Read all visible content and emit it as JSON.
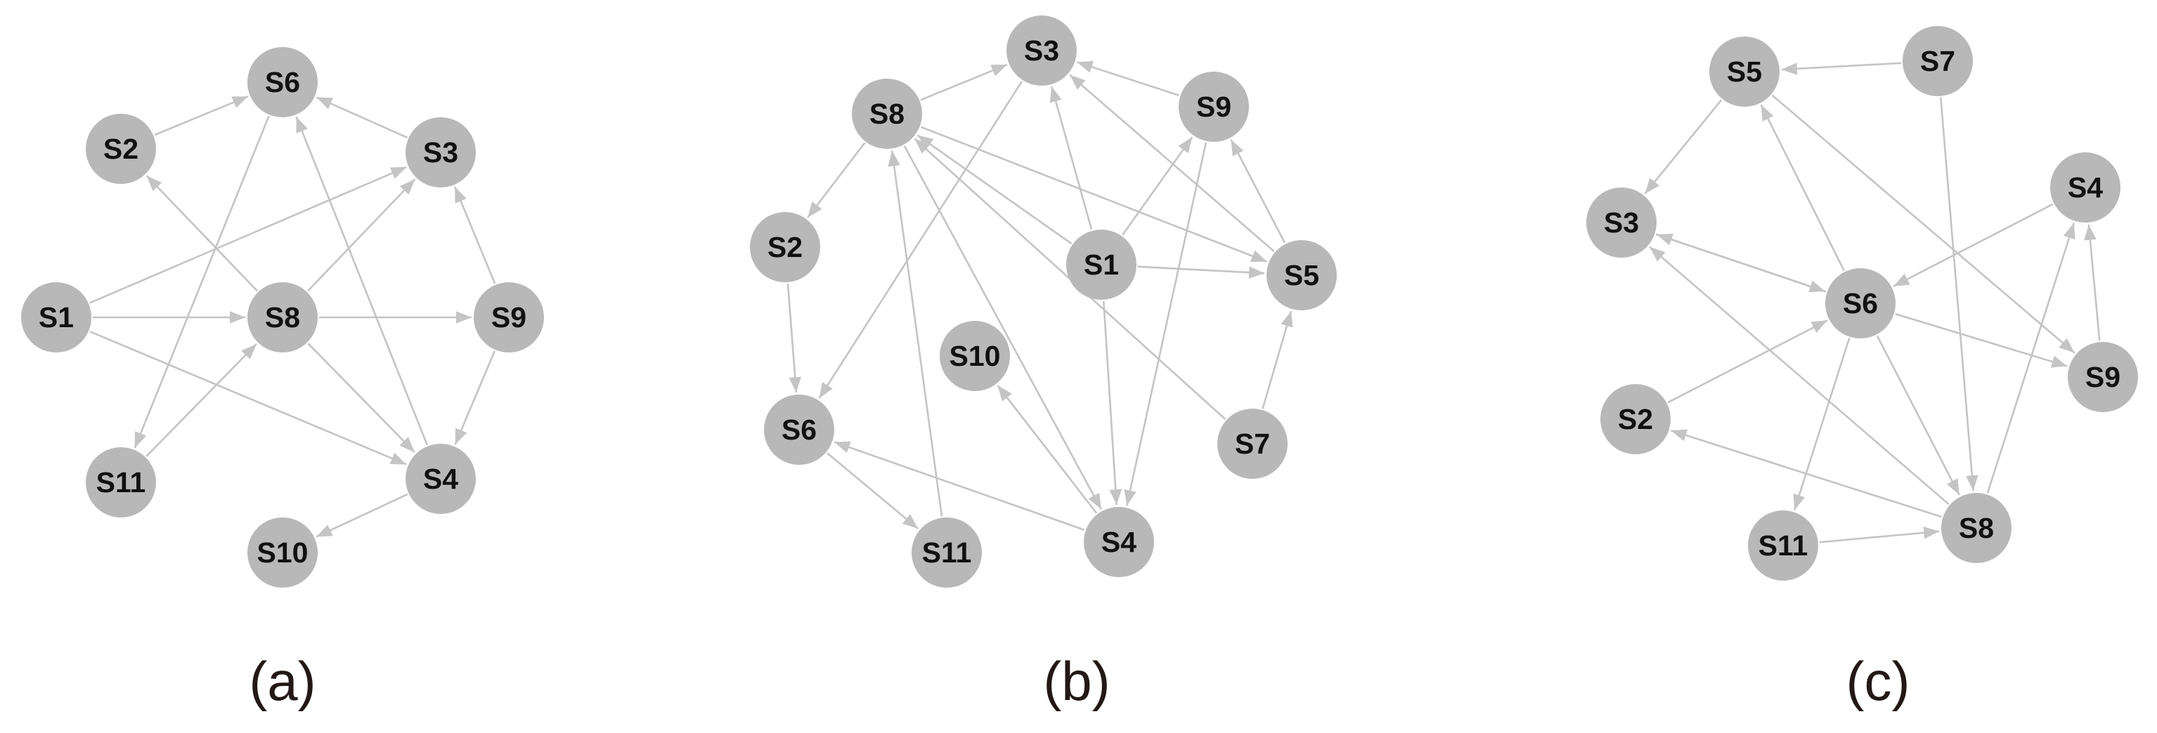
{
  "panels": [
    {
      "id": "a",
      "caption": "(a)",
      "nodes": [
        "S6",
        "S2",
        "S3",
        "S1",
        "S8",
        "S9",
        "S11",
        "S4",
        "S10"
      ],
      "edges": [
        [
          "S2",
          "S6"
        ],
        [
          "S3",
          "S6"
        ],
        [
          "S4",
          "S6"
        ],
        [
          "S8",
          "S2"
        ],
        [
          "S1",
          "S3"
        ],
        [
          "S8",
          "S3"
        ],
        [
          "S9",
          "S3"
        ],
        [
          "S1",
          "S8"
        ],
        [
          "S1",
          "S4"
        ],
        [
          "S8",
          "S9"
        ],
        [
          "S8",
          "S4"
        ],
        [
          "S11",
          "S8"
        ],
        [
          "S6",
          "S11"
        ],
        [
          "S9",
          "S4"
        ],
        [
          "S4",
          "S10"
        ]
      ]
    },
    {
      "id": "b",
      "caption": "(b)",
      "nodes": [
        "S3",
        "S8",
        "S9",
        "S2",
        "S1",
        "S5",
        "S10",
        "S6",
        "S7",
        "S11",
        "S4"
      ],
      "edges": [
        [
          "S8",
          "S3"
        ],
        [
          "S9",
          "S3"
        ],
        [
          "S1",
          "S3"
        ],
        [
          "S5",
          "S3"
        ],
        [
          "S8",
          "S2"
        ],
        [
          "S1",
          "S8"
        ],
        [
          "S7",
          "S8"
        ],
        [
          "S11",
          "S8"
        ],
        [
          "S8",
          "S5"
        ],
        [
          "S1",
          "S9"
        ],
        [
          "S5",
          "S9"
        ],
        [
          "S1",
          "S5"
        ],
        [
          "S7",
          "S5"
        ],
        [
          "S3",
          "S6"
        ],
        [
          "S2",
          "S6"
        ],
        [
          "S4",
          "S6"
        ],
        [
          "S6",
          "S11"
        ],
        [
          "S1",
          "S4"
        ],
        [
          "S9",
          "S4"
        ],
        [
          "S8",
          "S4"
        ],
        [
          "S4",
          "S10"
        ]
      ]
    },
    {
      "id": "c",
      "caption": "(c)",
      "nodes": [
        "S5",
        "S7",
        "S4",
        "S3",
        "S6",
        "S9",
        "S2",
        "S11",
        "S8"
      ],
      "edges": [
        [
          "S7",
          "S5"
        ],
        [
          "S5",
          "S3"
        ],
        [
          "S6",
          "S5"
        ],
        [
          "S5",
          "S9"
        ],
        [
          "S4",
          "S6"
        ],
        [
          "S9",
          "S4"
        ],
        [
          "S8",
          "S4"
        ],
        [
          "S6",
          "S3"
        ],
        [
          "S3",
          "S6"
        ],
        [
          "S8",
          "S3"
        ],
        [
          "S6",
          "S9"
        ],
        [
          "S2",
          "S6"
        ],
        [
          "S8",
          "S2"
        ],
        [
          "S6",
          "S11"
        ],
        [
          "S11",
          "S8"
        ],
        [
          "S7",
          "S8"
        ],
        [
          "S6",
          "S8"
        ]
      ]
    }
  ],
  "colors": {
    "node": "#b8b8b8",
    "edge": "#c4c4c4",
    "label": "#111111",
    "caption": "#231815"
  }
}
